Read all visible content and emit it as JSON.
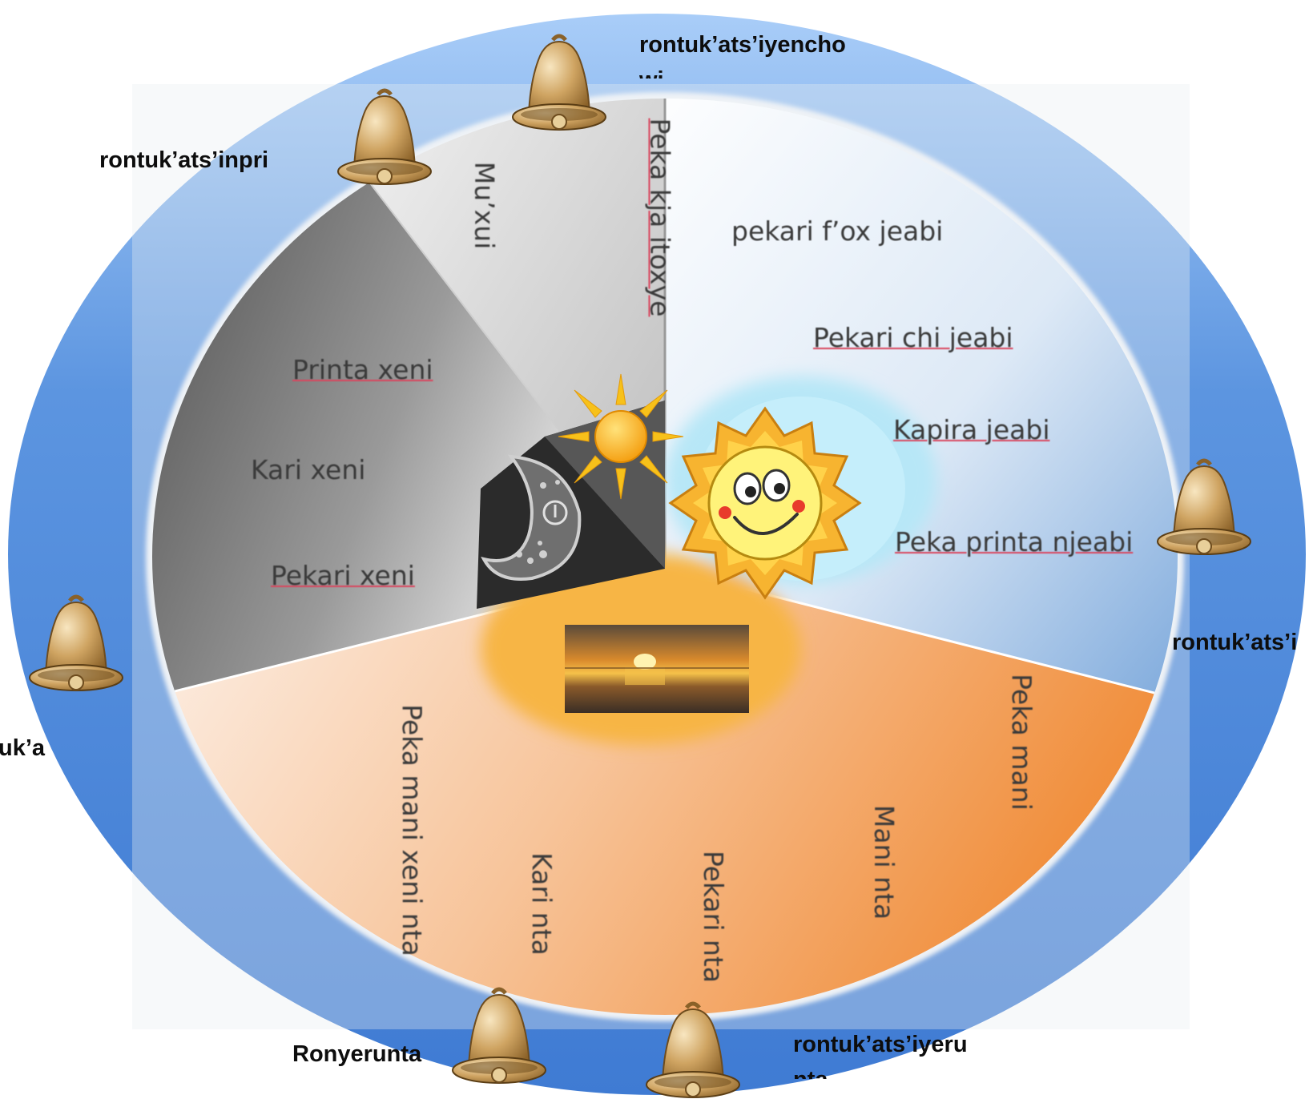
{
  "outer_labels": {
    "top": "rontuk’ats’iyencho",
    "top_cut": "wi",
    "upper_left": "rontuk’ats’inpri",
    "right": "rontuk’ats’i",
    "left": "uk’a",
    "bottom_left": "Ronyerunta",
    "bottom_right": "rontuk’ats’iyeru",
    "bottom_right_cut": "nta"
  },
  "segments": {
    "peka_kja_itoxye": "Peka kja itoxye",
    "muxui": "Mu’xui",
    "pekari_fox_jeabi": "pekari f’ox jeabi",
    "pekari_chi_jeabi": "Pekari chi jeabi",
    "kapira_jeabi": "Kapira jeabi",
    "peka_printa_njeabi": "Peka printa njeabi",
    "printa_xeni": "Printa xeni",
    "kari_xeni": "Kari xeni",
    "pekari_xeni": "Pekari xeni",
    "peka_mani": "Peka mani",
    "mani_nta": "Mani nta",
    "pekari_nta": "Pekari nta",
    "kari_nta": "Kari nta",
    "peka_mani_xeni_nta": "Peka mani xeni nta"
  },
  "icons": [
    "bell-icon",
    "sun-icon",
    "smiling-sun-icon",
    "moon-icon",
    "sunset-photo"
  ],
  "colors": {
    "ring": "#4a86d8",
    "ring_light": "#9cc3f5",
    "bell": "#c49a58",
    "morning": "#a9cbee",
    "afternoon": "#f3b27a",
    "night": "#6d6d6d",
    "dawn": "#d8d8d8",
    "sun": "#f7b21c"
  }
}
